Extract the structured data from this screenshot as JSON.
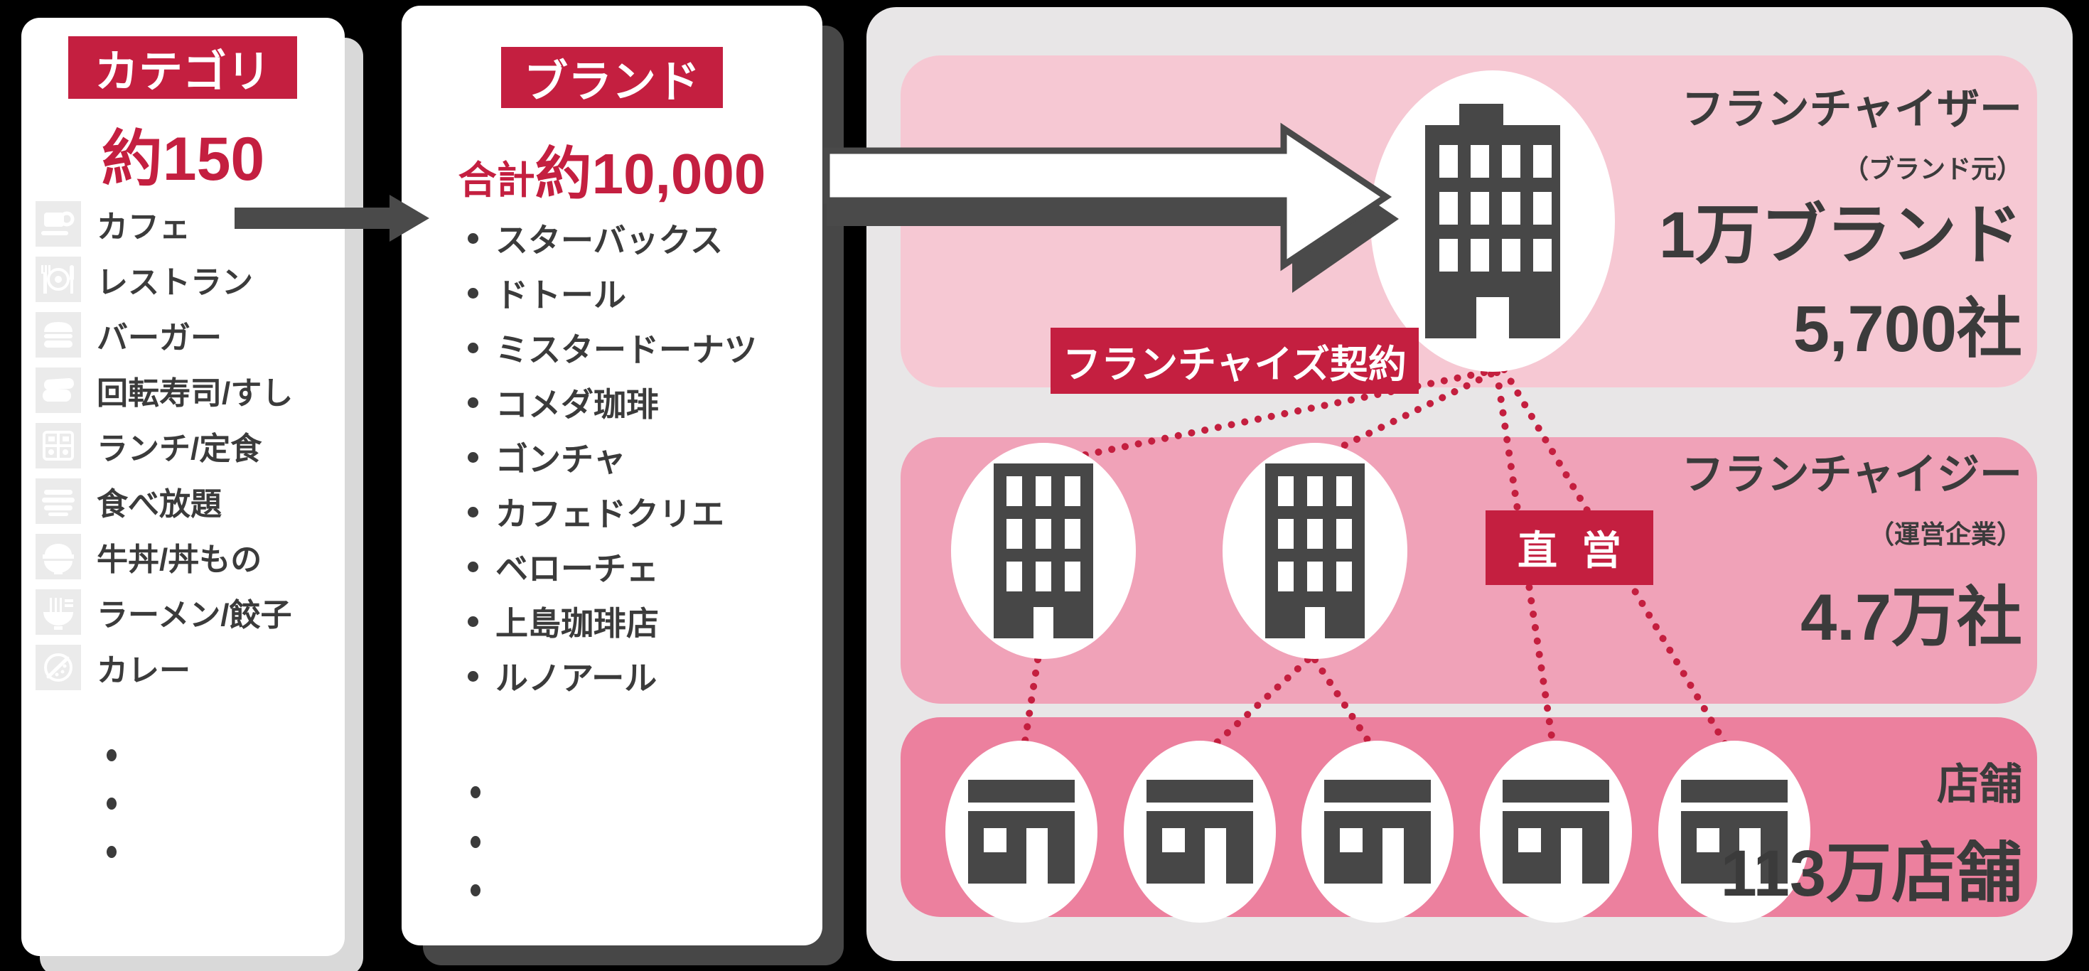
{
  "colors": {
    "accent_red": "#c41f40",
    "charcoal": "#474747",
    "text_dark": "#3b3b3b",
    "panel_gray": "#e8e6e7",
    "pink_top": "#f6c8d3",
    "pink_mid": "#f0a2b8",
    "pink_bottom": "#ec809e",
    "card_shadow_light": "#d9d9d9",
    "icon_bg": "#ebebeb"
  },
  "category_card": {
    "badge": "カテゴリ",
    "count": "約150",
    "items": [
      {
        "icon": "coffee-cup-icon",
        "label": "カフェ"
      },
      {
        "icon": "restaurant-icon",
        "label": "レストラン"
      },
      {
        "icon": "burger-icon",
        "label": "バーガー"
      },
      {
        "icon": "sushi-icon",
        "label": "回転寿司/すし"
      },
      {
        "icon": "bento-icon",
        "label": "ランチ/定食"
      },
      {
        "icon": "buffet-plates-icon",
        "label": "食べ放題"
      },
      {
        "icon": "rice-bowl-icon",
        "label": "牛丼/丼もの"
      },
      {
        "icon": "ramen-icon",
        "label": "ラーメン/餃子"
      },
      {
        "icon": "curry-icon",
        "label": "カレー"
      }
    ]
  },
  "brand_card": {
    "badge": "ブランド",
    "total_prefix": "合計",
    "total_value": "約10,000",
    "brands": [
      "スターバックス",
      "ドトール",
      "ミスタードーナツ",
      "コメダ珈琲",
      "ゴンチャ",
      "カフェドクリエ",
      "ベローチェ",
      "上島珈琲店",
      "ルノアール"
    ]
  },
  "diagram": {
    "franchiser": {
      "title": "フランチャイザー",
      "subtitle": "（ブランド元）",
      "stat1": "1万ブランド",
      "stat2": "5,700社"
    },
    "contract_label": "フランチャイズ契約",
    "direct_label": "直営",
    "franchisee": {
      "title": "フランチャイジー",
      "subtitle": "（運営企業）",
      "stat": "4.7万社"
    },
    "stores": {
      "title": "店舗",
      "stat": "113万店舗"
    }
  }
}
